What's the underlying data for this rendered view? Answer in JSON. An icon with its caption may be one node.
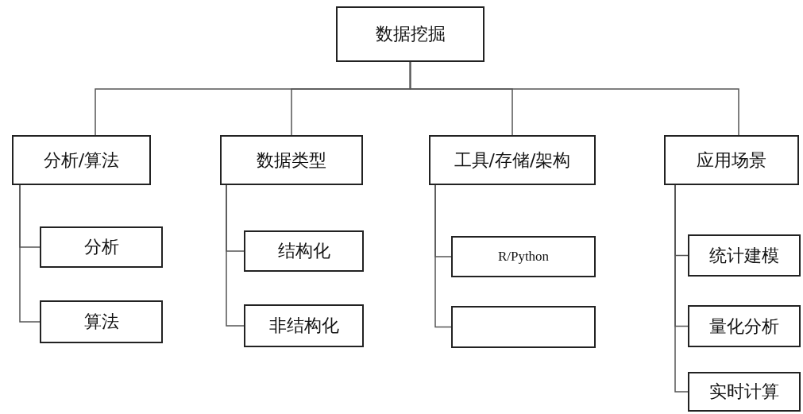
{
  "diagram": {
    "nodes": [
      {
        "text": [
          "数据挖掘"
        ]
      },
      {
        "text": [
          "分析/算法"
        ]
      },
      {
        "text": [
          "分析"
        ]
      },
      {
        "text": [
          "算法"
        ]
      },
      {
        "text": [
          "数据类型"
        ]
      },
      {
        "text": [
          "结构化"
        ]
      },
      {
        "text": [
          "非结构化"
        ]
      },
      {
        "text": [
          "工具/存储/架构"
        ]
      },
      {
        "text": [
          "R/Python"
        ]
      },
      {
        "text": [],
        "shape": "box"
      },
      {
        "text": [
          "应用场景"
        ]
      },
      {
        "text": [
          "统计建模"
        ]
      },
      {
        "text": [
          "量化分析"
        ]
      },
      {
        "text": [
          "实时计算"
        ]
      }
    ],
    "edges": [
      {
        "from": 0,
        "to": 1,
        "arrow": "none"
      },
      {
        "from": 0,
        "to": 4,
        "arrow": "none"
      },
      {
        "from": 0,
        "to": 7,
        "arrow": "none"
      },
      {
        "from": 0,
        "to": 10,
        "arrow": "none"
      },
      {
        "from": 1,
        "to": 2,
        "arrow": "none"
      },
      {
        "from": 1,
        "to": 3,
        "arrow": "none"
      },
      {
        "from": 4,
        "to": 5,
        "arrow": "none"
      },
      {
        "from": 4,
        "to": 6,
        "arrow": "none"
      },
      {
        "from": 7,
        "to": 8,
        "arrow": "none"
      },
      {
        "from": 7,
        "to": 9,
        "arrow": "none"
      },
      {
        "from": 10,
        "to": 11,
        "arrow": "none"
      },
      {
        "from": 10,
        "to": 12,
        "arrow": "none"
      },
      {
        "from": 10,
        "to": 13,
        "arrow": "none"
      }
    ]
  }
}
